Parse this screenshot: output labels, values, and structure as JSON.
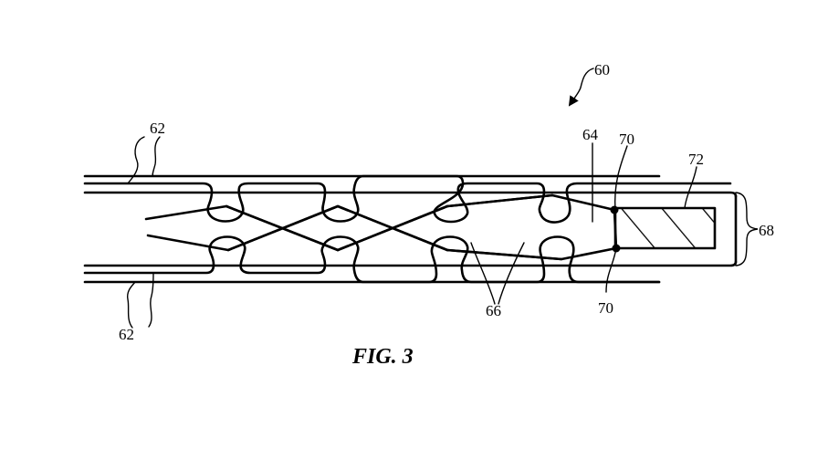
{
  "figure": {
    "caption": "FIG. 3",
    "ref_assembly": "60",
    "labels": {
      "sheath_top": "62",
      "sheath_bottom": "62",
      "strut": "64",
      "connectors": "66",
      "distal_end": "68",
      "joint_top": "70",
      "joint_bottom": "70",
      "marker": "72"
    }
  }
}
